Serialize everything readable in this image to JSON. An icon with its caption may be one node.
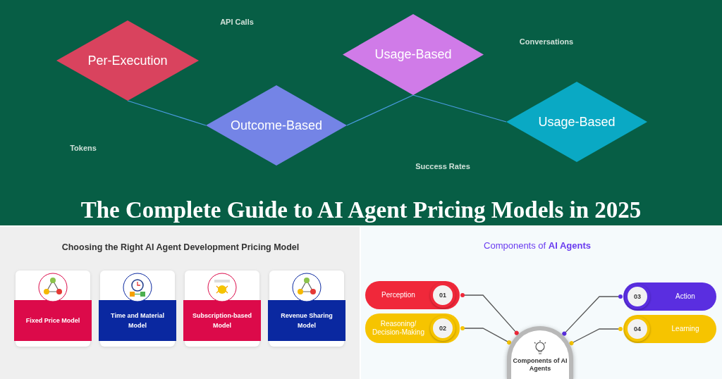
{
  "diagram": {
    "title": "The Complete Guide to AI Agent Pricing Models in 2025",
    "nodes": [
      {
        "text": [
          "Per-Execution"
        ]
      },
      {
        "text": [
          "Outcome-Based"
        ]
      },
      {
        "text": [
          "Usage-Based"
        ]
      },
      {
        "text": [
          "Usage-Based"
        ]
      },
      {
        "text": [
          "Fixed Price Model"
        ]
      },
      {
        "text": [
          "Time and Material Model"
        ]
      },
      {
        "text": [
          "Subscription-based Model"
        ]
      },
      {
        "text": [
          "Revenue Sharing Model"
        ]
      },
      {
        "text": [
          "Perception",
          "01"
        ]
      },
      {
        "text": [
          "Reasoning/ Decision-Making",
          "02"
        ]
      },
      {
        "text": [
          "03",
          "Action"
        ]
      },
      {
        "text": [
          "04",
          "Learning"
        ]
      },
      {
        "text": [
          "Components of AI Agents"
        ]
      }
    ],
    "edges": [
      {
        "from": 0,
        "to": 1,
        "arrow": "none",
        "color": "#4a9be0"
      },
      {
        "from": 1,
        "to": 2,
        "arrow": "none",
        "color": "#4a9be0"
      },
      {
        "from": 2,
        "to": 3,
        "arrow": "none",
        "color": "#4a9be0"
      },
      {
        "from": 8,
        "to": 12,
        "arrow": "other"
      },
      {
        "from": 9,
        "to": 12,
        "arrow": "other"
      },
      {
        "from": 10,
        "to": 12,
        "arrow": "other"
      },
      {
        "from": 11,
        "to": 12,
        "arrow": "other"
      }
    ],
    "labels": [
      "API Calls",
      "Conversations",
      "Tokens",
      "Success Rates",
      "Choosing the Right AI Agent Development Pricing Model",
      "Components of **AI Agents**"
    ]
  }
}
